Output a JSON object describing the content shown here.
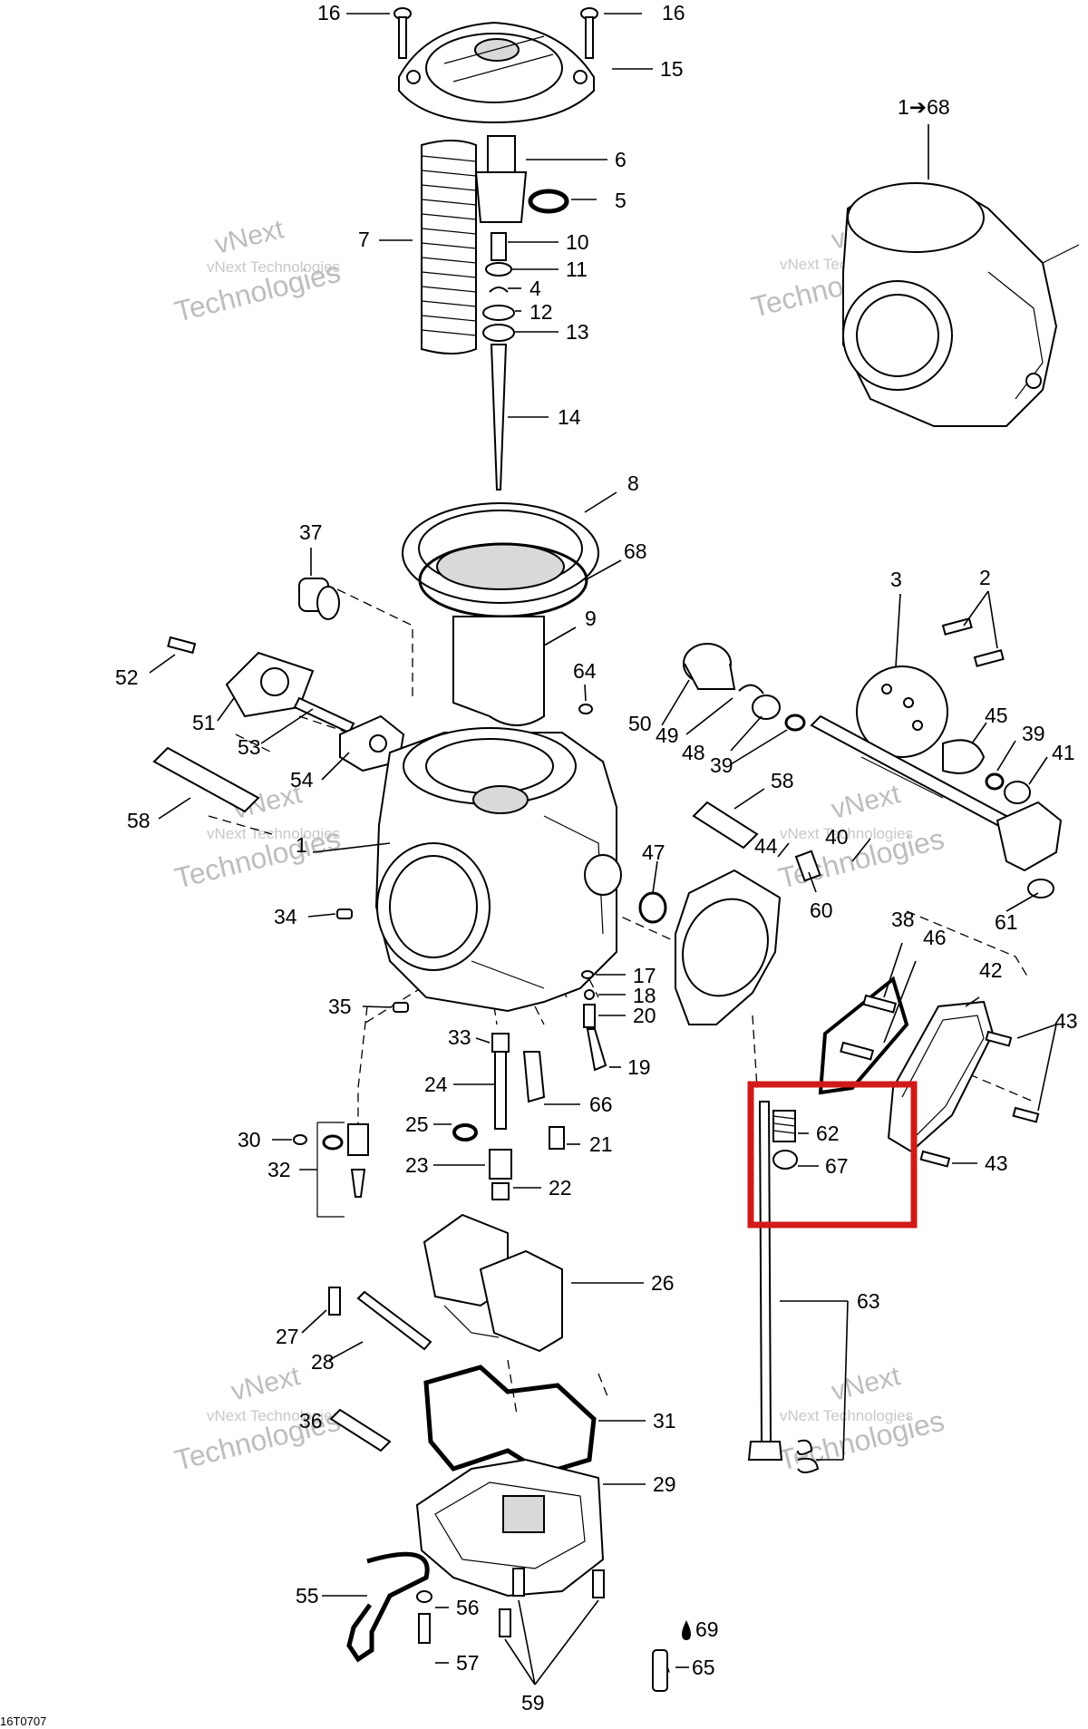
{
  "drawing_code": "16T0707",
  "watermark": {
    "small": "vNext Technologies",
    "big_line1": "vNext",
    "big_line2": "Technologies"
  },
  "inset_label": "1➔68",
  "fuel_label": "69",
  "callouts": [
    "16",
    "16",
    "15",
    "6",
    "5",
    "7",
    "10",
    "11",
    "4",
    "12",
    "13",
    "14",
    "8",
    "37",
    "68",
    "9",
    "3",
    "2",
    "52",
    "64",
    "51",
    "53",
    "50",
    "49",
    "48",
    "39",
    "45",
    "39",
    "41",
    "54",
    "58",
    "58",
    "40",
    "44",
    "47",
    "1",
    "34",
    "60",
    "61",
    "38",
    "46",
    "42",
    "17",
    "18",
    "35",
    "33",
    "20",
    "19",
    "43",
    "24",
    "66",
    "62",
    "67",
    "43",
    "30",
    "25",
    "21",
    "32",
    "23",
    "22",
    "26",
    "63",
    "27",
    "28",
    "31",
    "36",
    "29",
    "55",
    "56",
    "57",
    "59",
    "65"
  ],
  "highlight": {
    "color": "#d11a1a",
    "labels": [
      "62",
      "67"
    ]
  }
}
